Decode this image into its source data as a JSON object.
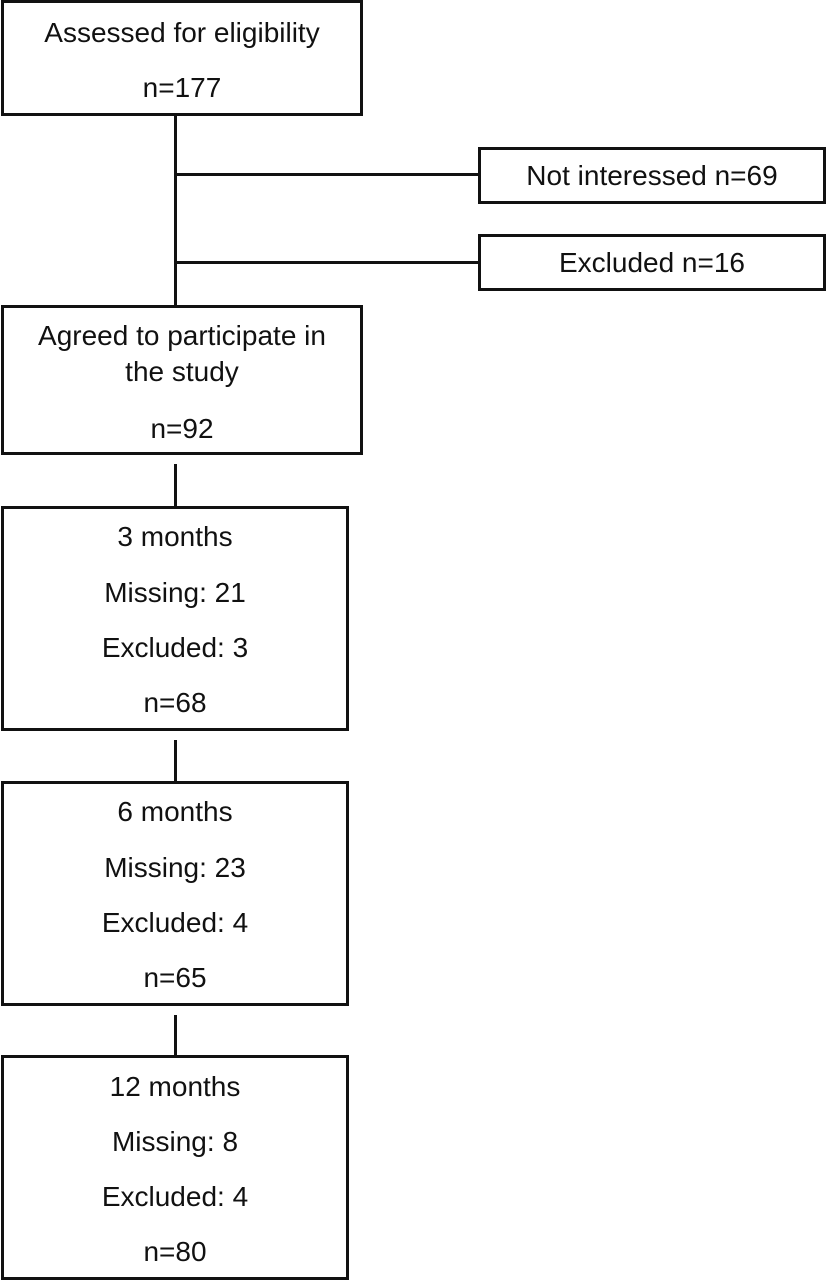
{
  "assessed": {
    "title": "Assessed for eligibility",
    "n": "n=177"
  },
  "not_interested": {
    "label": "Not interessed n=69"
  },
  "excluded_initial": {
    "label": "Excluded n=16"
  },
  "agreed": {
    "title_line1": "Agreed to participate in",
    "title_line2": "the study",
    "n": "n=92"
  },
  "followups": [
    {
      "title": "3 months",
      "missing": "Missing: 21",
      "excluded": "Excluded: 3",
      "n": "n=68"
    },
    {
      "title": "6 months",
      "missing": "Missing: 23",
      "excluded": "Excluded: 4",
      "n": "n=65"
    },
    {
      "title": "12 months",
      "missing": "Missing: 8",
      "excluded": "Excluded: 4",
      "n": "n=80"
    }
  ]
}
